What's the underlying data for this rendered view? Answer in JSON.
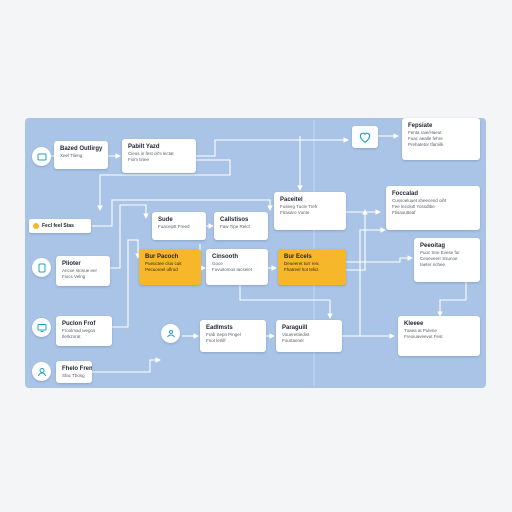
{
  "colors": {
    "canvas": "#a9c4e6",
    "node": "#ffffff",
    "highlight": "#f6b72a",
    "wire": "#ffffff",
    "icon": "#1aa3c8"
  },
  "top_icon": "heart-icon",
  "nodes": [
    {
      "id": "n1",
      "title": "Bazed Outlirgy",
      "sub": [
        "Xeel Tlieng"
      ],
      "icon": "card-icon"
    },
    {
      "id": "n2",
      "title": "Pabilt Yazd",
      "sub": [
        "Cieus in fest oil's lectat",
        "Fiom tiriee"
      ]
    },
    {
      "id": "n3",
      "title": "Fecl feel Stas",
      "sub": [],
      "icon": "dot-icon"
    },
    {
      "id": "n4",
      "title": "Plioter",
      "sub": [
        "Ancxe stonue eer",
        "Fiocs Velng"
      ],
      "icon": "tablet-icon"
    },
    {
      "id": "n5",
      "title": "Puclon Frof",
      "sub": [
        "Froolmad wegos",
        "Ilerkzorat"
      ],
      "icon": "monitor-icon"
    },
    {
      "id": "n6",
      "title": "Fhelo Frens",
      "sub": [
        "Sfac Tbosg"
      ],
      "icon": "person-icon"
    },
    {
      "id": "n7",
      "title": "Sude",
      "sub": [
        "Fuaceiptt Freed"
      ]
    },
    {
      "id": "n8",
      "title": "Bur Pacoch",
      "sub": [
        "Pueuctee clus cuit",
        "Pecuoreel uflrod"
      ]
    },
    {
      "id": "n9",
      "title": "Callstisos",
      "sub": [
        "Faw Tipe Relct"
      ]
    },
    {
      "id": "n10",
      "title": "Cinsooth",
      "sub": [
        "Goce",
        "Fuvuitomos tacseiet"
      ]
    },
    {
      "id": "n11",
      "title": "Paceitel",
      "sub": [
        "Fuslerg Tucle Trefr",
        "Flrasaro Vunte"
      ]
    },
    {
      "id": "n12",
      "title": "Bur Ecels",
      "sub": [
        "Deueeret turr reic",
        "Fhatreel hot telict"
      ]
    },
    {
      "id": "n13",
      "title": "Eadlmsts",
      "sub": [
        "Frab Sepn Pingel",
        "Fnot lerlilf"
      ],
      "icon": "hands-icon"
    },
    {
      "id": "n14",
      "title": "Paraguill",
      "sub": [
        "Vouerettiedist",
        "Fourtaenel"
      ]
    },
    {
      "id": "n15",
      "title": "Fepsiate",
      "sub": [
        "Fenta raie/Haeut",
        "Fuac aealle fehre",
        "Prehatetor tfamilk"
      ]
    },
    {
      "id": "n16",
      "title": "Foccalad",
      "sub": [
        "Cussoeluuet sheecend oiht",
        "Fee tecolotl Yossdtbe",
        "Ftisaoutteaf"
      ]
    },
    {
      "id": "n17",
      "title": "Peeoitag",
      "sub": [
        "Puoc Sne Evese fur",
        "Ceoeveerr Ssunoe",
        "Iaeter nchee"
      ]
    },
    {
      "id": "n18",
      "title": "Kleeee",
      "sub": [
        "Tuaea at Pulene",
        "Freoiuaveevut Fest"
      ]
    }
  ]
}
